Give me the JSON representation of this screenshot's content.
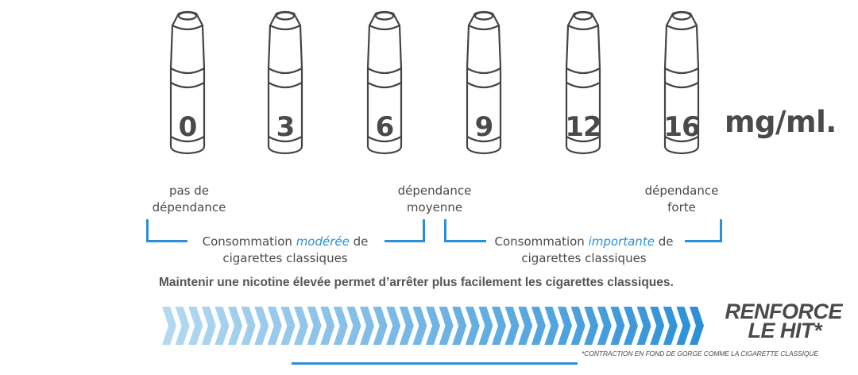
{
  "bottles": [
    {
      "value": "0"
    },
    {
      "value": "3"
    },
    {
      "value": "6"
    },
    {
      "value": "9"
    },
    {
      "value": "12"
    },
    {
      "value": "16"
    }
  ],
  "unit": "mg/ml.",
  "labels": {
    "none": {
      "line1": "pas de",
      "line2": "dépendance"
    },
    "medium": {
      "line1": "dépendance",
      "line2": "moyenne"
    },
    "strong": {
      "line1": "dépendance",
      "line2": "forte"
    }
  },
  "consumption": {
    "moderate": {
      "prefix": "Consommation ",
      "emphasis": "modérée",
      "suffix": " de",
      "line2": "cigarettes classiques"
    },
    "heavy": {
      "prefix": "Consommation ",
      "emphasis": "importante",
      "suffix": " de",
      "line2": "cigarettes classiques"
    }
  },
  "note": "Maintenir une nicotine élevée permet d’arrêter plus facilement les cigarettes classiques.",
  "hit": {
    "line1": "RENFORCE",
    "line2": "LE HIT*"
  },
  "footnote": "*CONTRACTION EN FOND DE GORGE COMME LA CIGARETTE  CLASSIQUE",
  "colors": {
    "accent": "#2a8fd6",
    "chevron_start": "#b5d9f1",
    "chevron_end": "#2a8fd6",
    "text": "#4a4a4a"
  }
}
